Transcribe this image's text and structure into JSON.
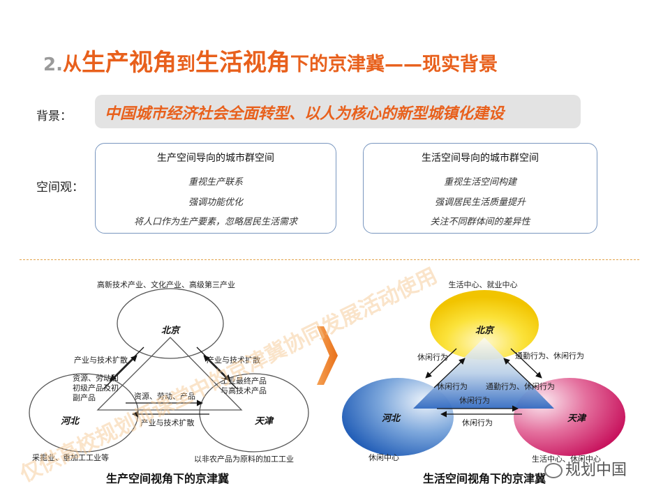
{
  "title": {
    "num": "2.",
    "p1": "从",
    "p2": "生产视角",
    "p3": "到",
    "p4": "生活视角",
    "p5": "下的京津冀——现实背景"
  },
  "background": {
    "label": "背景：",
    "text": "中国城市经济社会全面转型、以人为核心的新型城镇化建设"
  },
  "space_view": {
    "label": "空间观：",
    "production": {
      "header": "生产空间导向的城市群空间",
      "items": [
        "重视生产联系",
        "强调功能优化",
        "将人口作为生产要素，忽略居民生活需求"
      ]
    },
    "living": {
      "header": "生活空间导向的城市群空间",
      "items": [
        "重视生活空间构建",
        "强调居民生活质量提升",
        "关注不同群体间的差异性"
      ]
    }
  },
  "left_diagram": {
    "caption": "生产空间视角下的京津冀",
    "beijing": "北京",
    "hebei": "河北",
    "tianjin": "天津",
    "top_note": "高新技术产业、文化产业、高级第三产业",
    "bj_to_hb": "产业与技术扩散",
    "bj_to_tj": "产业与技术扩散",
    "hb_to_bj_1": "资源、劳动和",
    "hb_to_bj_2": "初级产品及初",
    "hb_to_bj_3": "副产品",
    "tj_to_bj_1": "工业最终产品",
    "tj_to_bj_2": "与高技术产品",
    "hb_tj_res": "资源、劳动、产品",
    "tj_hb_ind": "产业与技术扩散",
    "hebei_note": "采掘业、重加工工业等",
    "tianjin_note": "以非农产品为原料的加工工业"
  },
  "right_diagram": {
    "caption": "生活空间视角下的京津冀",
    "beijing": "北京",
    "hebei": "河北",
    "tianjin": "天津",
    "top_note": "生活中心、就业中心",
    "bj_hb": "休闲行为",
    "bj_tj": "通勤行为、休闲行为",
    "hb_bj": "休闲行为",
    "tj_bj": "通勤行为、休闲行为",
    "hb_tj": "休闲行为",
    "tj_hb": "休闲行为",
    "hebei_note": "休闲中心",
    "tianjin_note": "生活中心、休闲中心"
  },
  "watermark": "仅供高校规划师课堂中的京津冀协同发展活动使用",
  "logo": "规划中国",
  "colors": {
    "accent": "#e8601c",
    "box_border": "#7896bf",
    "beijing_yellow": "#f7d000",
    "hebei_blue": "#2a6cc4",
    "tianjin_pink": "#d8206a",
    "arrow_orange": "#f07f1a"
  }
}
